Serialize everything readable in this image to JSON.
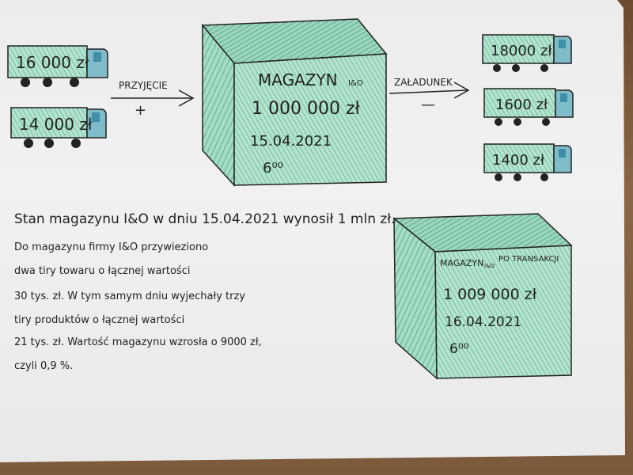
{
  "drawing": {
    "trucks_in": [
      {
        "cargo": "16 000 zł"
      },
      {
        "cargo": "14 000 zł"
      }
    ],
    "trucks_out": [
      {
        "cargo": "18000 zł"
      },
      {
        "cargo": "1600 zł"
      },
      {
        "cargo": "1400 zł"
      }
    ],
    "arrow_in_label": "PRZYJĘCIE",
    "arrow_in_sign": "+",
    "arrow_out_label": "ZAŁADUNEK",
    "arrow_out_sign": "—",
    "warehouse_before": {
      "name": "MAGAZYN",
      "brand": "I&O",
      "value": "1 000 000 zł",
      "date": "15.04.2021",
      "time": "6⁰⁰"
    },
    "warehouse_after": {
      "name": "MAGAZYN",
      "brand": "I&O",
      "suffix": "PO TRANSAKCJI",
      "value": "1 009 000 zł",
      "date": "16.04.2021",
      "time": "6⁰⁰"
    },
    "description_lines": [
      "Stan magazynu I&O w dniu 15.04.2021 wynosił 1 mln zł.",
      "Do magazynu firmy I&O przywieziono",
      "dwa tiry towaru o łącznej wartości",
      "30 tys. zł. W tym samym dniu wyjechały trzy",
      "tiry produktów o łącznej wartości",
      "21 tys. zł. Wartość magazynu wzrosła o 9000 zł,",
      "czyli 0,9 %."
    ],
    "colors": {
      "green": "#7fc9ad",
      "teal_cab": "#6fb8c4",
      "ink": "#222222",
      "paper": "#eeeeee"
    }
  }
}
